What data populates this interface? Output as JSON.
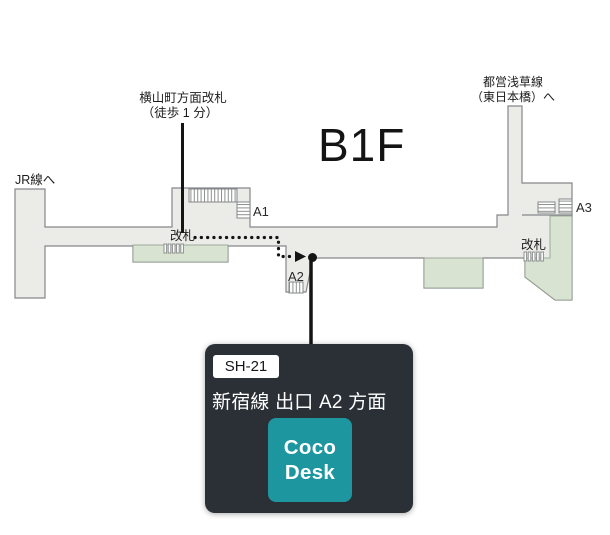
{
  "map": {
    "floor_label": "B1F",
    "jr_label": "JR線へ",
    "yokoyama_callout": {
      "line1": "横山町方面改札",
      "line2": "（徒歩 1 分）"
    },
    "asakusa_callout": {
      "line1": "都営浅草線",
      "line2": "（東日本橋）へ"
    },
    "gate_label_left": "改札",
    "gate_label_right": "改札",
    "exits": {
      "a1": "A1",
      "a2": "A2",
      "a3": "A3"
    },
    "colors": {
      "floor": "#ebebe8",
      "platform": "#d8e3d2",
      "outline": "#85878a",
      "route": "#141414"
    }
  },
  "card": {
    "station_code": "SH-21",
    "title": "新宿線 出口 A2 方面",
    "logo_line1": "Coco",
    "logo_line2": "Desk",
    "colors": {
      "background": "#2a3036",
      "text": "#ffffff",
      "badge_bg": "#ffffff",
      "badge_text": "#15181c",
      "logo_bg": "#1d96a0",
      "logo_text": "#ffffff"
    }
  }
}
